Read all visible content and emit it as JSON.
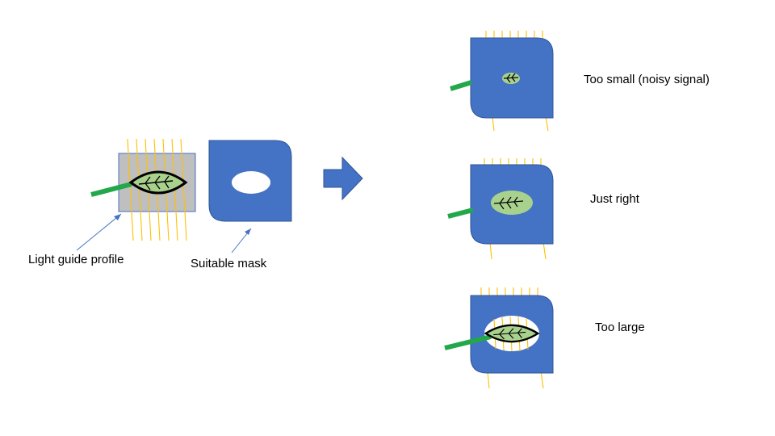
{
  "labels": {
    "light_guide_profile": "Light guide profile",
    "suitable_mask": "Suitable mask",
    "too_small": "Too small (noisy signal)",
    "just_right": "Just right",
    "too_large": "Too large"
  },
  "colors": {
    "mask_blue": "#4472C4",
    "mask_edge": "#2F5597",
    "profile_gray": "#BFBFBF",
    "leaf_green": "#A9D18E",
    "stem_green": "#22A84A",
    "fiber_orange": "#FFC000",
    "pointer_blue": "#4472C4"
  },
  "icons": {
    "leaf": "leaf-icon",
    "arrow": "right-arrow-icon"
  }
}
